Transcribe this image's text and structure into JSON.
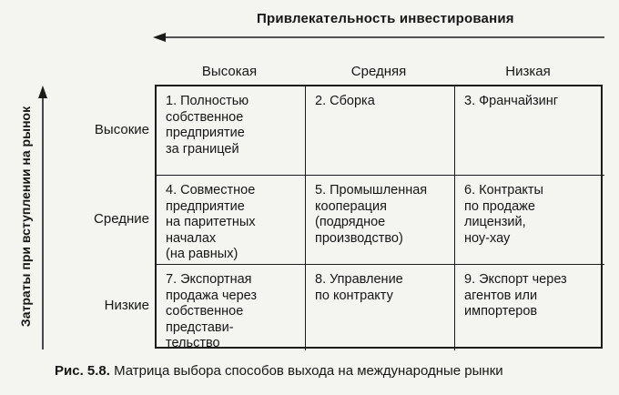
{
  "title_top": "Привлекательность инвестирования",
  "title_side": "Затраты при вступлении на рынок",
  "columns": [
    "Высокая",
    "Средняя",
    "Низкая"
  ],
  "rows": [
    "Высокие",
    "Средние",
    "Низкие"
  ],
  "cells": [
    [
      "1. Полностью\nсобственное\nпредприятие\nза границей",
      "2. Сборка",
      "3. Франчайзинг"
    ],
    [
      "4. Совместное\nпредприятие\nна паритетных\nначалах\n(на равных)",
      "5. Промышленная\nкооперация\n(подрядное\nпроизводство)",
      "6. Контракты\nпо продаже\nлицензий,\nноу-хау"
    ],
    [
      "7. Экспортная\nпродажа через\nсобственное\nпредстави-\nтельство",
      "8. Управление\nпо контракту",
      "9. Экспорт через\nагентов или\nимпортеров"
    ]
  ],
  "caption": {
    "label": "Рис. 5.8.",
    "text": " Матрица выбора способов выхода на международные рынки"
  }
}
